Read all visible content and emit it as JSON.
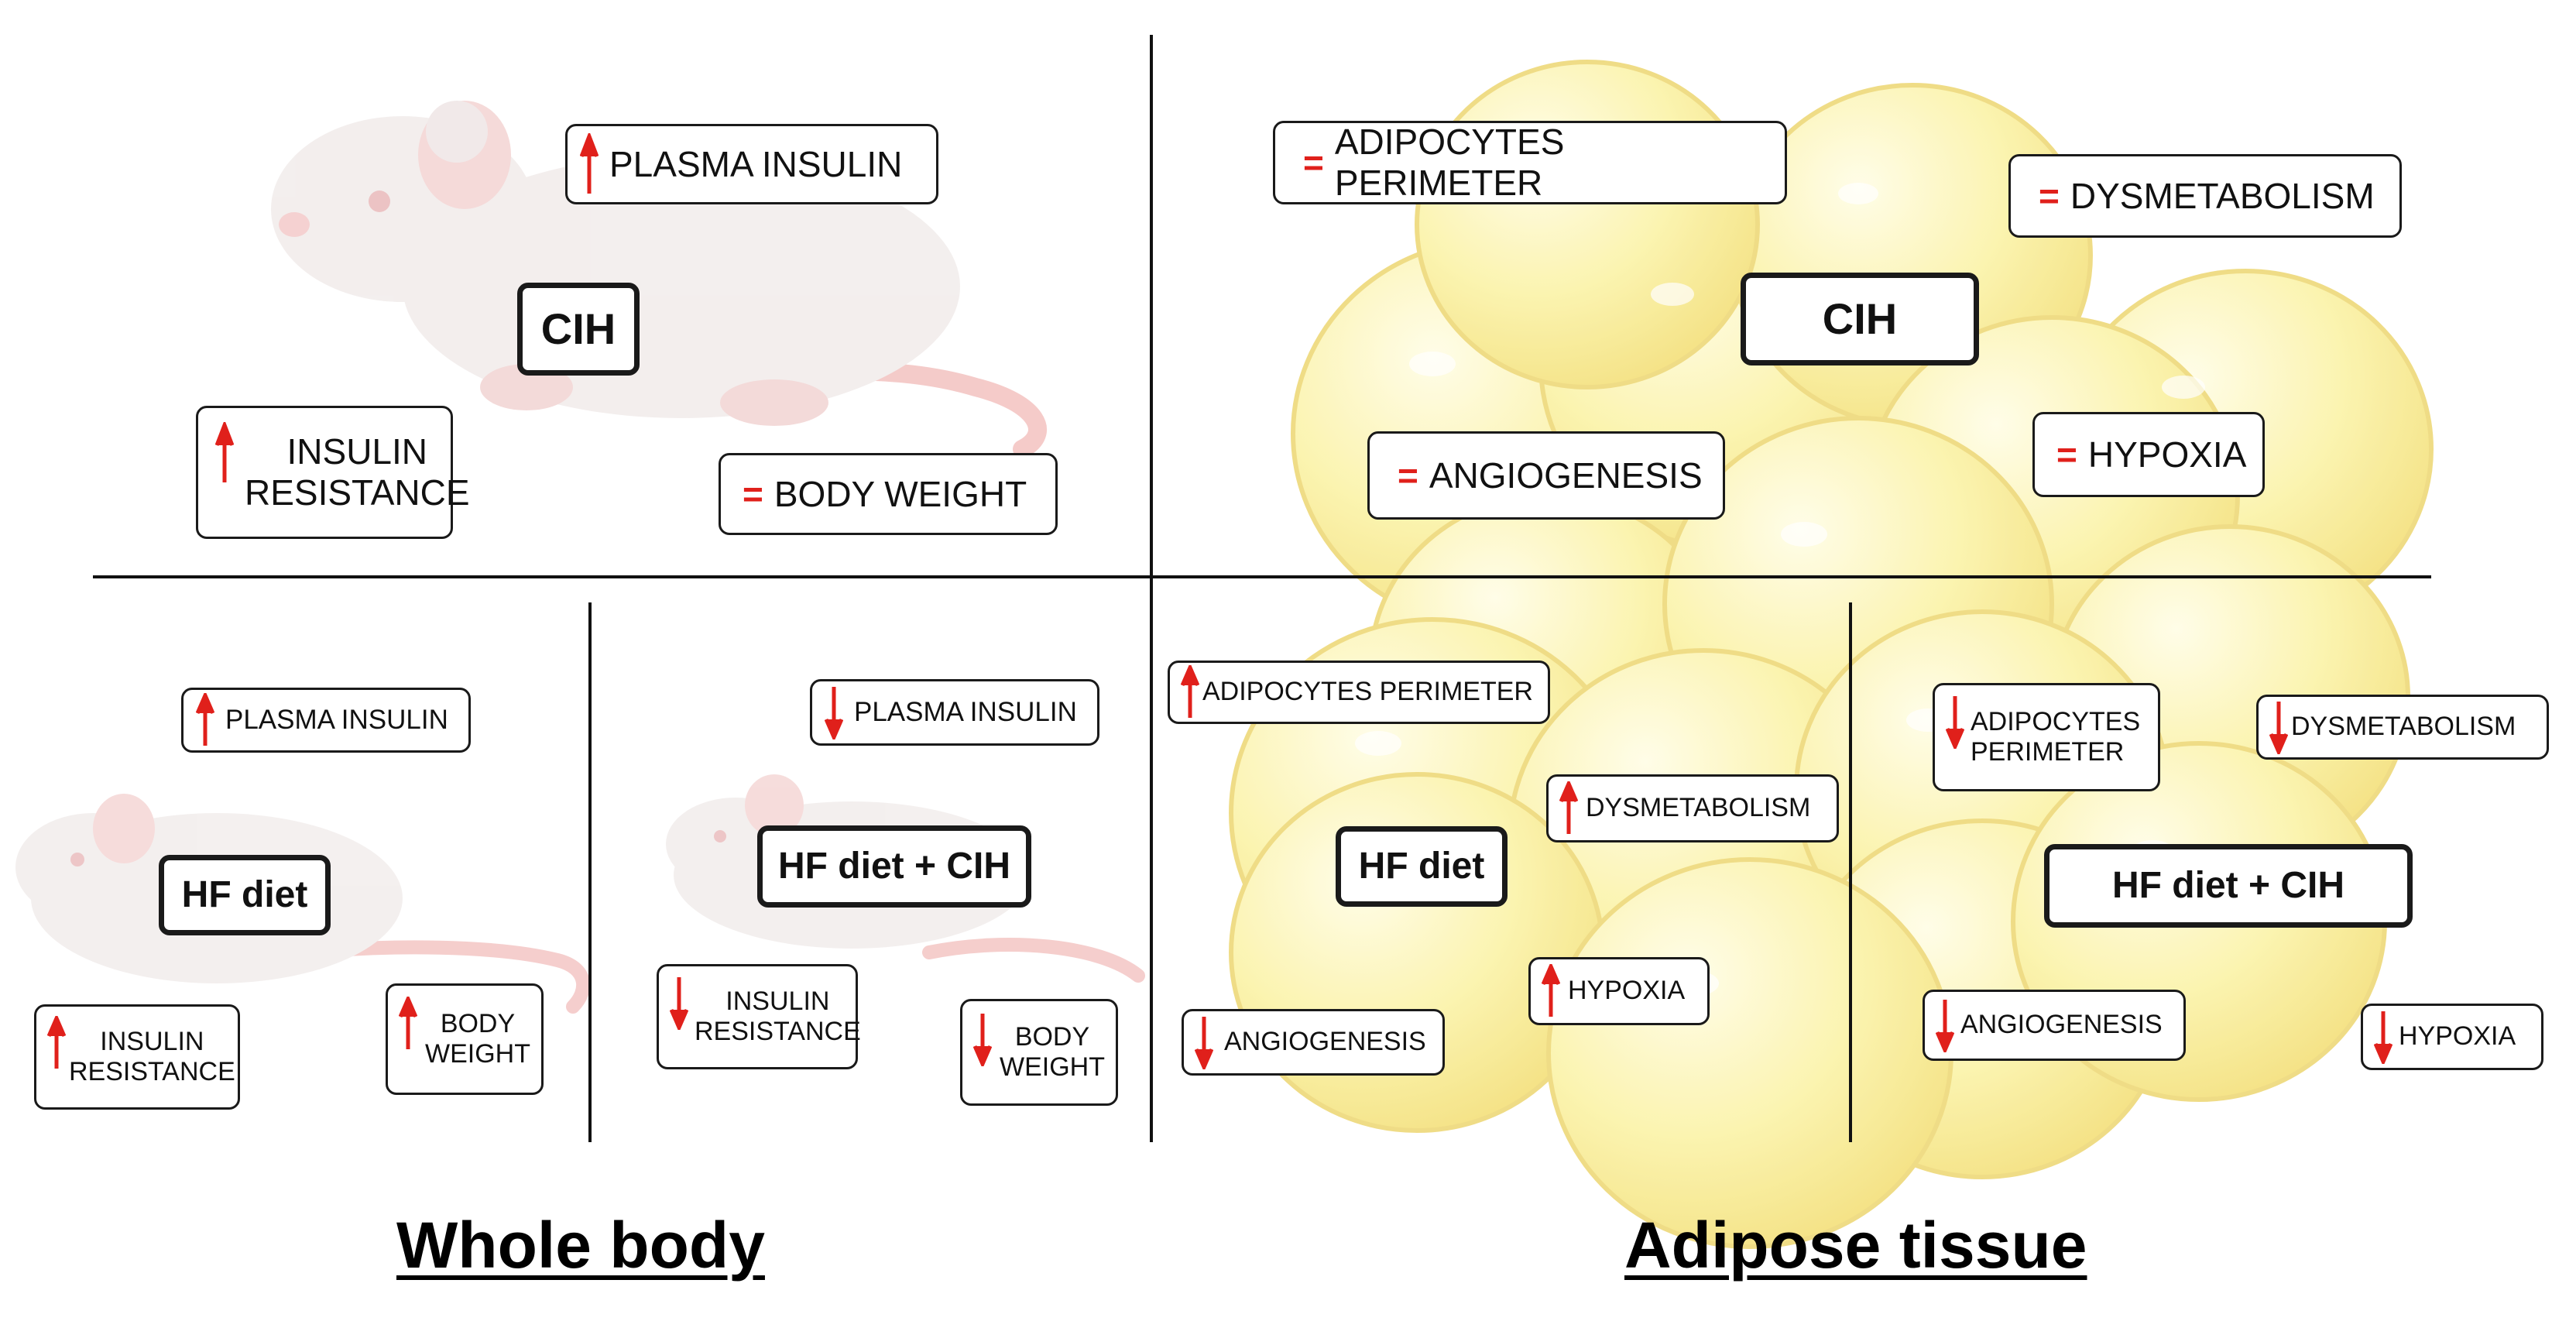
{
  "colors": {
    "increase": "#e0201b",
    "decrease": "#e0201b",
    "no_change": "#e0201b",
    "adipocyte": "#fbf3a8",
    "mouse": "#f1eceb"
  },
  "icons": {
    "increase": "up-arrow-icon",
    "decrease": "down-arrow-icon",
    "no_change": "equals-sign-icon"
  },
  "equals_symbol": "=",
  "whole_body": {
    "title": "Whole body",
    "cih": {
      "label": "CIH",
      "plasma_insulin": {
        "trend": "increase",
        "text": "PLASMA INSULIN"
      },
      "insulin_resistance": {
        "trend": "increase",
        "text_line1": "INSULIN",
        "text_line2": "RESISTANCE"
      },
      "body_weight": {
        "trend": "no_change",
        "text": "BODY WEIGHT"
      }
    },
    "hf_diet": {
      "label": "HF diet",
      "plasma_insulin": {
        "trend": "increase",
        "text": "PLASMA INSULIN"
      },
      "insulin_resistance": {
        "trend": "increase",
        "text_line1": "INSULIN",
        "text_line2": "RESISTANCE"
      },
      "body_weight": {
        "trend": "increase",
        "text_line1": "BODY",
        "text_line2": "WEIGHT"
      }
    },
    "hf_diet_cih": {
      "label": "HF diet + CIH",
      "plasma_insulin": {
        "trend": "decrease",
        "text": "PLASMA INSULIN"
      },
      "insulin_resistance": {
        "trend": "decrease",
        "text_line1": "INSULIN",
        "text_line2": "RESISTANCE"
      },
      "body_weight": {
        "trend": "decrease",
        "text_line1": "BODY",
        "text_line2": "WEIGHT"
      }
    }
  },
  "adipose": {
    "title": "Adipose tissue",
    "cih": {
      "label": "CIH",
      "adipocytes_perimeter": {
        "trend": "no_change",
        "text": "ADIPOCYTES PERIMETER"
      },
      "dysmetabolism": {
        "trend": "no_change",
        "text": "DYSMETABOLISM"
      },
      "angiogenesis": {
        "trend": "no_change",
        "text": "ANGIOGENESIS"
      },
      "hypoxia": {
        "trend": "no_change",
        "text": "HYPOXIA"
      }
    },
    "hf_diet": {
      "label": "HF diet",
      "adipocytes_perimeter": {
        "trend": "increase",
        "text": "ADIPOCYTES PERIMETER"
      },
      "dysmetabolism": {
        "trend": "increase",
        "text": "DYSMETABOLISM"
      },
      "hypoxia": {
        "trend": "increase",
        "text": "HYPOXIA"
      },
      "angiogenesis": {
        "trend": "decrease",
        "text": "ANGIOGENESIS"
      }
    },
    "hf_diet_cih": {
      "label": "HF diet + CIH",
      "adipocytes_perimeter": {
        "trend": "decrease",
        "text_line1": "ADIPOCYTES",
        "text_line2": "PERIMETER"
      },
      "dysmetabolism": {
        "trend": "decrease",
        "text": "DYSMETABOLISM"
      },
      "angiogenesis": {
        "trend": "decrease",
        "text": "ANGIOGENESIS"
      },
      "hypoxia": {
        "trend": "decrease",
        "text": "HYPOXIA"
      }
    }
  }
}
